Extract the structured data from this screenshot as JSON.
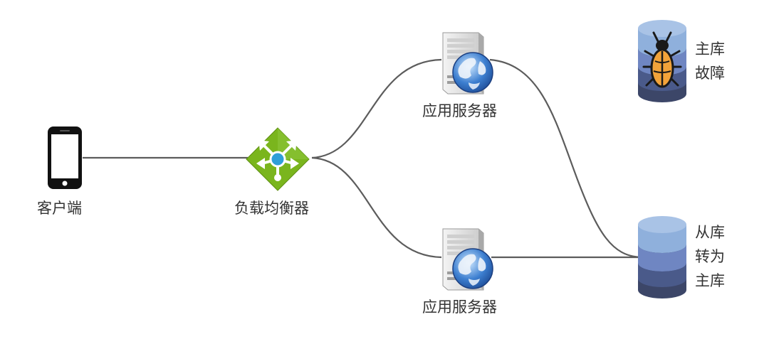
{
  "nodes": {
    "client": {
      "label": "客户端",
      "icon": "smartphone-icon"
    },
    "load_balancer": {
      "label": "负载均衡器",
      "icon": "load-balancer-icon"
    },
    "app_server_top": {
      "label": "应用服务器",
      "icon": "web-server-icon"
    },
    "app_server_bottom": {
      "label": "应用服务器",
      "icon": "web-server-icon"
    },
    "primary_db": {
      "label_lines": [
        "主库",
        "故障"
      ],
      "icon": "database-bug-icon"
    },
    "replica_db": {
      "label_lines": [
        "从库",
        "转为",
        "主库"
      ],
      "icon": "database-icon"
    }
  },
  "colors": {
    "line": "#5c5c5c",
    "lb_green": "#7ab51d",
    "lb_blue": "#2f9fd8",
    "db_light": "#8fb0dc",
    "db_mid": "#6f86c2",
    "db_dark": "#4a5a8a",
    "db_darkest": "#3c4668",
    "bug_orange": "#f2a33a"
  }
}
